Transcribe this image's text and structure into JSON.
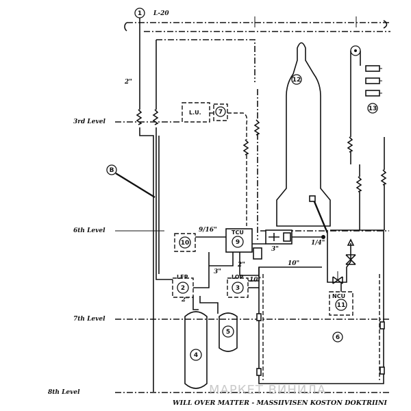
{
  "levels": {
    "third": "3rd Level",
    "sixth": "6th Level",
    "seventh": "7th Level",
    "eighth": "8th Level"
  },
  "line_label": "L-20",
  "callout_B": "B",
  "components": {
    "c1": "1",
    "c2": "2",
    "c3": "3",
    "c4": "4",
    "c5": "5",
    "c6": "6",
    "c7": "7",
    "c9": "9",
    "c10": "10",
    "c11": "11",
    "c12": "12",
    "c13": "13"
  },
  "box_labels": {
    "lu": "L.U.",
    "tcu": "TCU",
    "lfp": "LFP",
    "lop": "LOP",
    "ncu": "NCU"
  },
  "pipe_sizes": {
    "two_inch_top": "2\"",
    "nine_sixteenths": "9/16\"",
    "three_inch_a": "3\"",
    "two_inch_b": "2\"",
    "three_inch_c": "3\"",
    "ten_inch_a": "10\"",
    "ten_inch_b": "10\"",
    "two_inch_c": "2\"",
    "quarter_inch": "1/4\""
  },
  "caption": "WILL OVER MATTER - MASSIIVISEN KOSTON DOKTRIINI",
  "watermark": "МАРКЕТ ВИНИЛА"
}
